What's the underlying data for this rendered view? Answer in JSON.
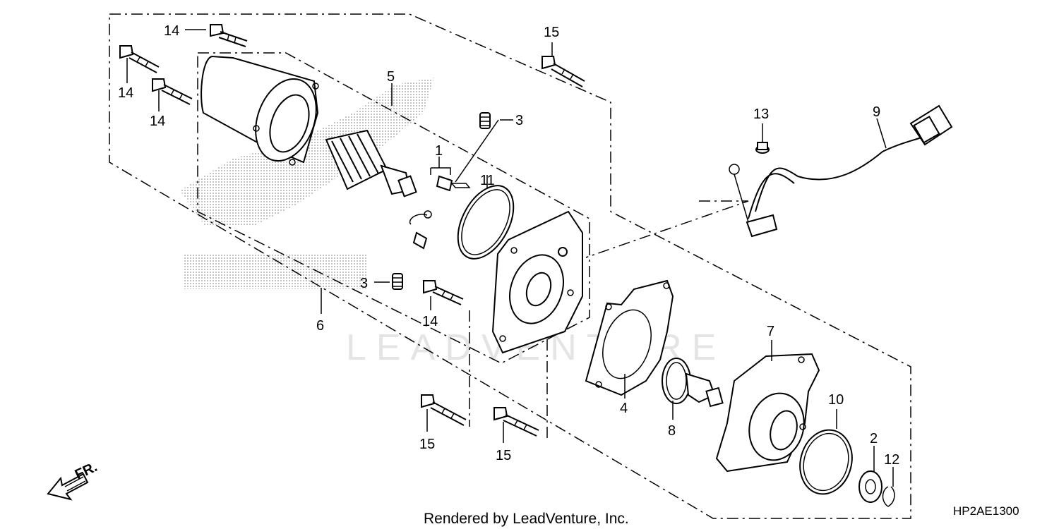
{
  "diagram": {
    "callouts": {
      "c1": "1",
      "c2": "2",
      "c3a": "3",
      "c3b": "3",
      "c4": "4",
      "c5": "5",
      "c6": "6",
      "c7": "7",
      "c8": "8",
      "c9": "9",
      "c10": "10",
      "c11": "11",
      "c12": "12",
      "c13": "13",
      "c14a": "14",
      "c14b": "14",
      "c14c": "14",
      "c14d": "14",
      "c15a": "15",
      "c15b": "15",
      "c15c": "15"
    },
    "front_label": "FR.",
    "watermark": "LEADVENTURE",
    "footer": "Rendered by LeadVenture, Inc.",
    "diagram_code": "HP2AE1300"
  },
  "colors": {
    "line": "#000000",
    "watermark": "#e4e4e4",
    "background": "#ffffff"
  }
}
